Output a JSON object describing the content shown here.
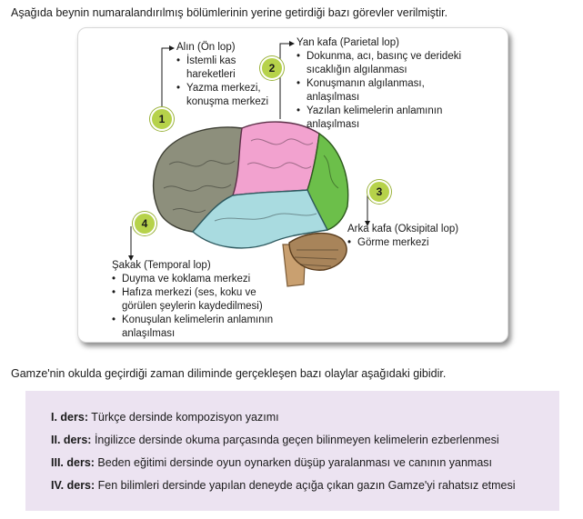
{
  "intro": "Aşağıda beynin numaralandırılmış bölümlerinin yerine getirdiği bazı görevler verilmiştir.",
  "lobes": [
    {
      "number": "1",
      "title": "Alın (Ön lop)",
      "items": [
        "İstemli kas hareketleri",
        "Yazma merkezi, konuşma merkezi"
      ]
    },
    {
      "number": "2",
      "title": "Yan kafa (Parietal lop)",
      "items": [
        "Dokunma, acı, basınç ve derideki sıcaklığın algılanması",
        "Konuşmanın algılanması, anlaşılması",
        "Yazılan kelimelerin anlamının anlaşılması"
      ]
    },
    {
      "number": "3",
      "title": "Arka kafa (Oksipital lop)",
      "items": [
        "Görme merkezi"
      ]
    },
    {
      "number": "4",
      "title": "Şakak (Temporal lop)",
      "items": [
        "Duyma ve koklama merkezi",
        "Hafıza merkezi (ses, koku ve görülen şeylerin kaydedilmesi)",
        "Konuşulan kelimelerin anlamının anlaşılması"
      ]
    }
  ],
  "sentence": "Gamze'nin okulda geçirdiği zaman diliminde gerçekleşen bazı olaylar aşağıdaki gibidir.",
  "events": [
    {
      "label": "I. ders:",
      "text": "Türkçe dersinde kompozisyon yazımı"
    },
    {
      "label": "II. ders:",
      "text": "İngilizce dersinde okuma parçasında geçen bilinmeyen kelimelerin ezberlenmesi"
    },
    {
      "label": "III. ders:",
      "text": "Beden eğitimi dersinde oyun oynarken düşüp yaralanması ve canının yanması"
    },
    {
      "label": "IV. ders:",
      "text": "Fen bilimleri dersinde yapılan deneyde açığa çıkan gazın Gamze'yi rahatsız etmesi"
    }
  ],
  "colors": {
    "frontal": "#8d8f7c",
    "parietal": "#f2a2cf",
    "occipital": "#6cbf4a",
    "temporal": "#a9dbe0",
    "cerebellum": "#a8845a",
    "brainstem": "#c9a070",
    "badge": "#b6d24a",
    "events_bg": "#ece3f1"
  }
}
